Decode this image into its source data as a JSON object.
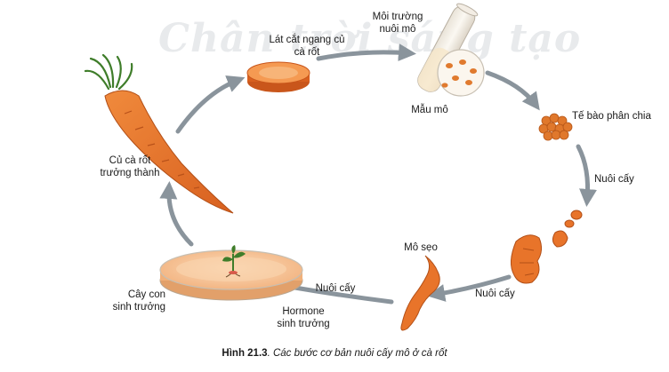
{
  "watermark": "Chân trời sáng tạo",
  "labels": {
    "carrot": "Củ cà rốt\ntrưởng thành",
    "slice": "Lát cắt ngang củ\ncà rốt",
    "medium": "Môi trường\nnuôi mô",
    "sample": "Mẫu mô",
    "dividing": "Tế bào phân chia",
    "culture_right": "Nuôi cấy",
    "culture_bottom_right": "Nuôi cấy",
    "callus": "Mô sẹo",
    "culture_bottom_left": "Nuôi cấy",
    "hormone": "Hormone\nsinh trưởng",
    "seedling": "Cây con\nsinh trưởng"
  },
  "caption": {
    "number": "Hình 21.3",
    "text": ". Các bước cơ bản nuôi cấy mô ở cà rốt"
  },
  "colors": {
    "carrot": "#e8742a",
    "carrot_dark": "#c9561b",
    "leaf": "#3f7d2a",
    "arrow": "#8a949c",
    "tube": "#f3ede4",
    "dish": "#f7c69a"
  }
}
